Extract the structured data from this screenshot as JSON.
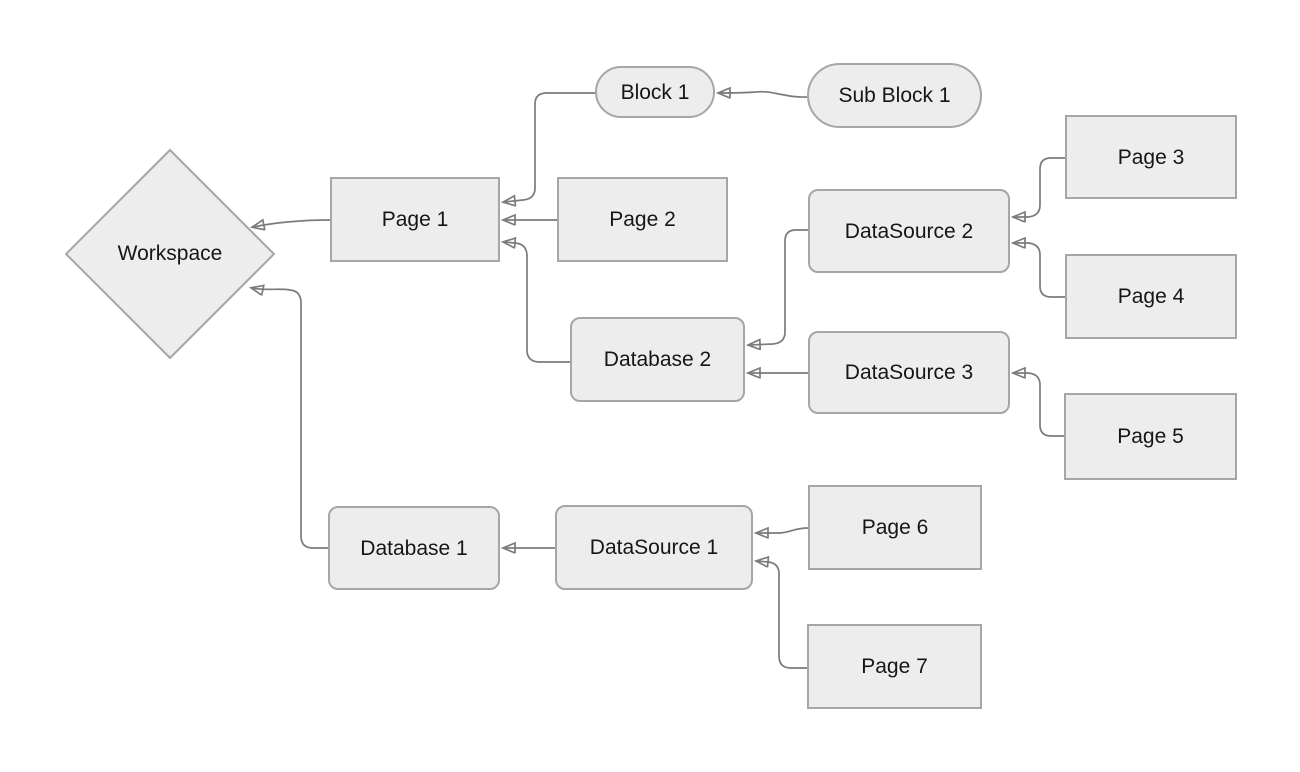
{
  "diagram": {
    "type": "flowchart",
    "background_color": "#ffffff",
    "colors": {
      "node_fill": "#ededed",
      "node_border": "#a6a6a6",
      "edge_line": "#7b7b7b",
      "arrowhead": "#5c5c5c",
      "text": "#161616"
    },
    "nodes": {
      "workspace": {
        "label": "Workspace",
        "shape": "diamond"
      },
      "page1": {
        "label": "Page 1",
        "shape": "rectangle"
      },
      "page2": {
        "label": "Page 2",
        "shape": "rectangle"
      },
      "block1": {
        "label": "Block 1",
        "shape": "pill"
      },
      "subblock1": {
        "label": "Sub Block 1",
        "shape": "pill"
      },
      "page3": {
        "label": "Page 3",
        "shape": "rectangle"
      },
      "page4": {
        "label": "Page 4",
        "shape": "rectangle"
      },
      "datasource2": {
        "label": "DataSource 2",
        "shape": "rounded-rectangle"
      },
      "database2": {
        "label": "Database 2",
        "shape": "rounded-rectangle"
      },
      "datasource3": {
        "label": "DataSource 3",
        "shape": "rounded-rectangle"
      },
      "page5": {
        "label": "Page 5",
        "shape": "rectangle"
      },
      "database1": {
        "label": "Database 1",
        "shape": "rounded-rectangle"
      },
      "datasource1": {
        "label": "DataSource 1",
        "shape": "rounded-rectangle"
      },
      "page6": {
        "label": "Page 6",
        "shape": "rectangle"
      },
      "page7": {
        "label": "Page 7",
        "shape": "rectangle"
      }
    },
    "edges": [
      {
        "from": "page1",
        "to": "workspace"
      },
      {
        "from": "block1",
        "to": "page1"
      },
      {
        "from": "page2",
        "to": "page1"
      },
      {
        "from": "database2",
        "to": "page1"
      },
      {
        "from": "subblock1",
        "to": "block1"
      },
      {
        "from": "page3",
        "to": "datasource2"
      },
      {
        "from": "page4",
        "to": "datasource2"
      },
      {
        "from": "datasource2",
        "to": "database2"
      },
      {
        "from": "datasource3",
        "to": "database2"
      },
      {
        "from": "page5",
        "to": "datasource3"
      },
      {
        "from": "database1",
        "to": "workspace"
      },
      {
        "from": "datasource1",
        "to": "database1"
      },
      {
        "from": "page6",
        "to": "datasource1"
      },
      {
        "from": "page7",
        "to": "datasource1"
      }
    ]
  }
}
